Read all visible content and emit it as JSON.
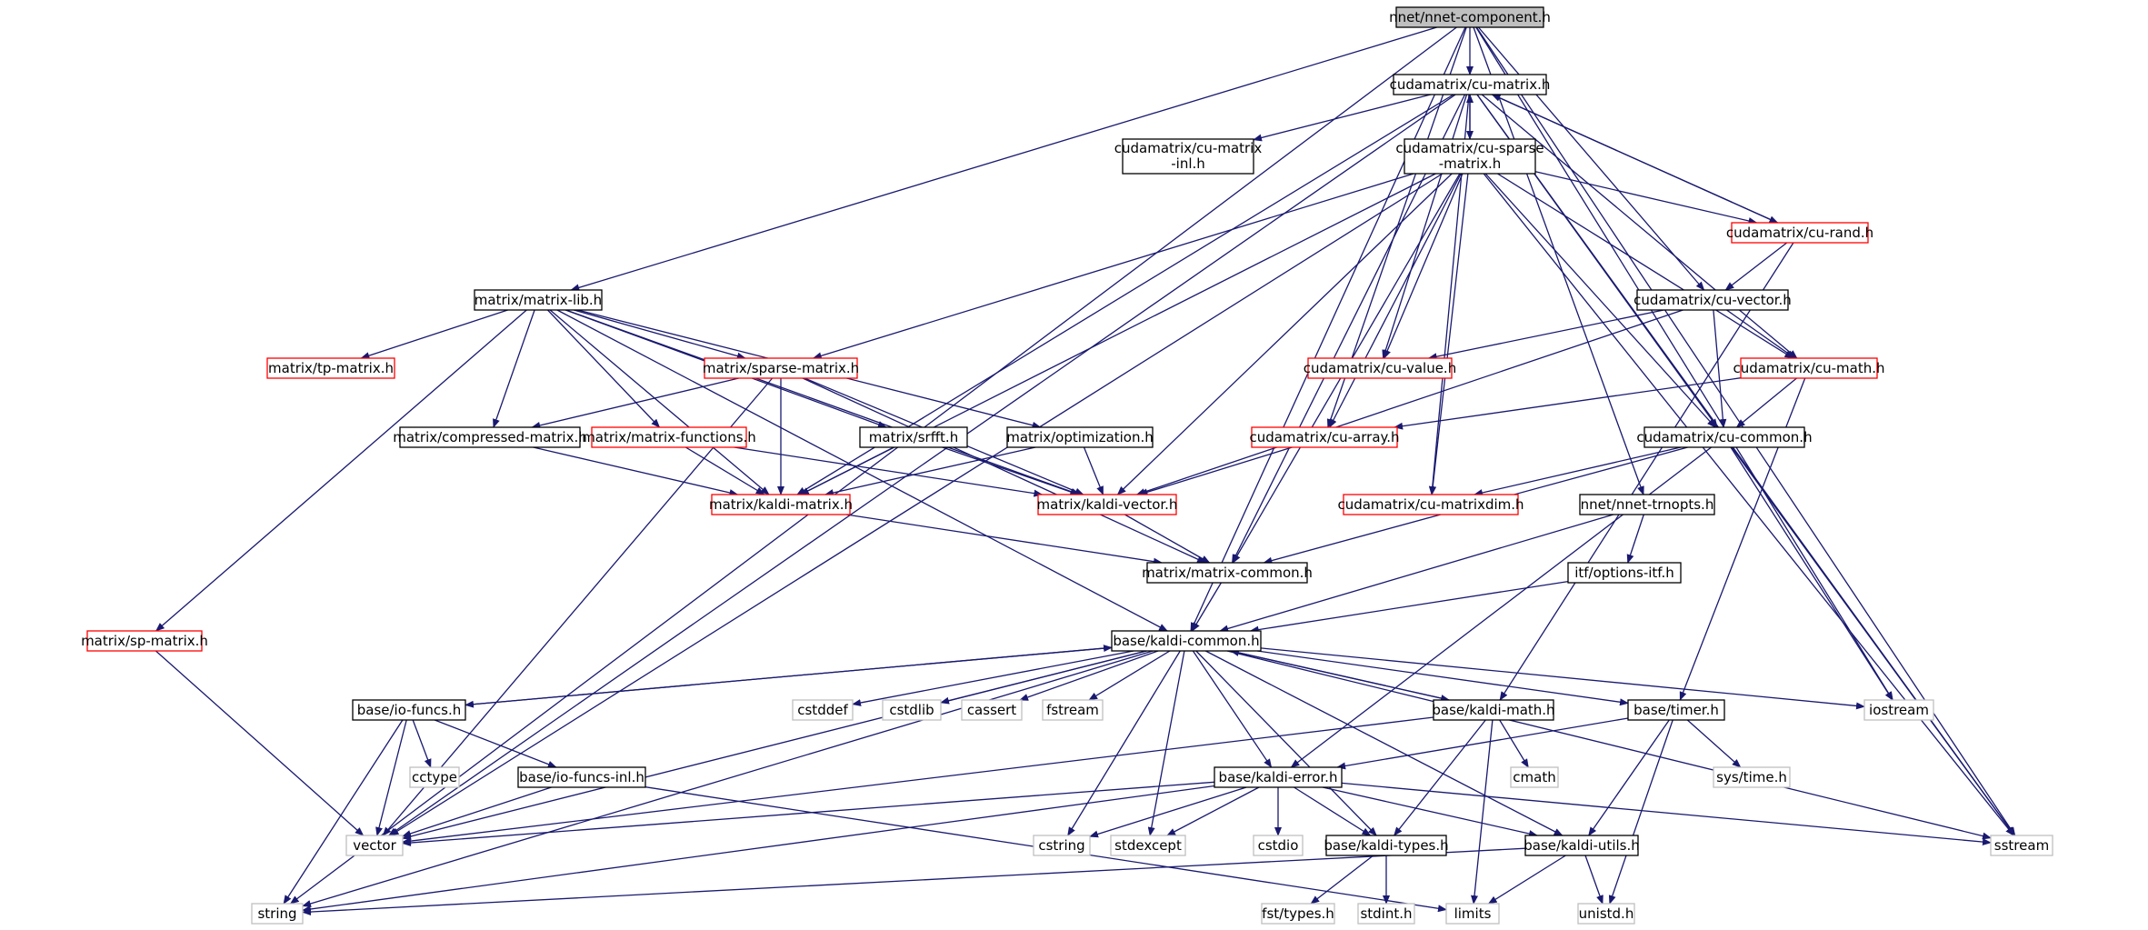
{
  "root": "nnet/nnet-component.h",
  "colors": {
    "edge": "#191970",
    "root_fill": "#bfbfbf",
    "black_border": "#000000",
    "red_border": "#ff0000",
    "gray_border": "#bfbfbf"
  },
  "nodes": [
    {
      "id": "nnet-component",
      "label": "nnet/nnet-component.h",
      "style": "root"
    },
    {
      "id": "cu-matrix",
      "label": "cudamatrix/cu-matrix.h",
      "style": "black"
    },
    {
      "id": "cu-matrix-inl",
      "label": "cudamatrix/cu-matrix\n-inl.h",
      "style": "black"
    },
    {
      "id": "cu-sparse-matrix",
      "label": "cudamatrix/cu-sparse\n-matrix.h",
      "style": "black"
    },
    {
      "id": "cu-rand",
      "label": "cudamatrix/cu-rand.h",
      "style": "red"
    },
    {
      "id": "cu-vector",
      "label": "cudamatrix/cu-vector.h",
      "style": "black"
    },
    {
      "id": "matrix-lib",
      "label": "matrix/matrix-lib.h",
      "style": "black"
    },
    {
      "id": "tp-matrix",
      "label": "matrix/tp-matrix.h",
      "style": "red"
    },
    {
      "id": "sparse-matrix",
      "label": "matrix/sparse-matrix.h",
      "style": "red"
    },
    {
      "id": "cu-value",
      "label": "cudamatrix/cu-value.h",
      "style": "red"
    },
    {
      "id": "cu-math",
      "label": "cudamatrix/cu-math.h",
      "style": "red"
    },
    {
      "id": "compressed-matrix",
      "label": "matrix/compressed-matrix.h",
      "style": "black"
    },
    {
      "id": "matrix-functions",
      "label": "matrix/matrix-functions.h",
      "style": "red"
    },
    {
      "id": "srfft",
      "label": "matrix/srfft.h",
      "style": "black"
    },
    {
      "id": "optimization",
      "label": "matrix/optimization.h",
      "style": "black"
    },
    {
      "id": "cu-array",
      "label": "cudamatrix/cu-array.h",
      "style": "red"
    },
    {
      "id": "cu-common",
      "label": "cudamatrix/cu-common.h",
      "style": "black"
    },
    {
      "id": "kaldi-matrix",
      "label": "matrix/kaldi-matrix.h",
      "style": "red"
    },
    {
      "id": "kaldi-vector",
      "label": "matrix/kaldi-vector.h",
      "style": "red"
    },
    {
      "id": "cu-matrixdim",
      "label": "cudamatrix/cu-matrixdim.h",
      "style": "red"
    },
    {
      "id": "nnet-trnopts",
      "label": "nnet/nnet-trnopts.h",
      "style": "black"
    },
    {
      "id": "matrix-common",
      "label": "matrix/matrix-common.h",
      "style": "black"
    },
    {
      "id": "options-itf",
      "label": "itf/options-itf.h",
      "style": "black"
    },
    {
      "id": "sp-matrix",
      "label": "matrix/sp-matrix.h",
      "style": "red"
    },
    {
      "id": "kaldi-common",
      "label": "base/kaldi-common.h",
      "style": "black"
    },
    {
      "id": "io-funcs",
      "label": "base/io-funcs.h",
      "style": "black"
    },
    {
      "id": "cstddef",
      "label": "cstddef",
      "style": "gray"
    },
    {
      "id": "cstdlib",
      "label": "cstdlib",
      "style": "gray"
    },
    {
      "id": "cassert",
      "label": "cassert",
      "style": "gray"
    },
    {
      "id": "fstream",
      "label": "fstream",
      "style": "gray"
    },
    {
      "id": "kaldi-math",
      "label": "base/kaldi-math.h",
      "style": "black"
    },
    {
      "id": "timer",
      "label": "base/timer.h",
      "style": "black"
    },
    {
      "id": "iostream",
      "label": "iostream",
      "style": "gray"
    },
    {
      "id": "cctype",
      "label": "cctype",
      "style": "gray"
    },
    {
      "id": "io-funcs-inl",
      "label": "base/io-funcs-inl.h",
      "style": "black"
    },
    {
      "id": "kaldi-error",
      "label": "base/kaldi-error.h",
      "style": "black"
    },
    {
      "id": "cmath",
      "label": "cmath",
      "style": "gray"
    },
    {
      "id": "sys-time",
      "label": "sys/time.h",
      "style": "gray"
    },
    {
      "id": "vector",
      "label": "vector",
      "style": "gray"
    },
    {
      "id": "cstring",
      "label": "cstring",
      "style": "gray"
    },
    {
      "id": "stdexcept",
      "label": "stdexcept",
      "style": "gray"
    },
    {
      "id": "cstdio",
      "label": "cstdio",
      "style": "gray"
    },
    {
      "id": "kaldi-types",
      "label": "base/kaldi-types.h",
      "style": "black"
    },
    {
      "id": "kaldi-utils",
      "label": "base/kaldi-utils.h",
      "style": "black"
    },
    {
      "id": "sstream",
      "label": "sstream",
      "style": "gray"
    },
    {
      "id": "string",
      "label": "string",
      "style": "gray"
    },
    {
      "id": "fst-types",
      "label": "fst/types.h",
      "style": "gray"
    },
    {
      "id": "stdint",
      "label": "stdint.h",
      "style": "gray"
    },
    {
      "id": "limits",
      "label": "limits",
      "style": "gray"
    },
    {
      "id": "unistd",
      "label": "unistd.h",
      "style": "gray"
    }
  ],
  "edges": [
    [
      "nnet-component",
      "cu-matrix"
    ],
    [
      "nnet-component",
      "matrix-lib"
    ],
    [
      "nnet-component",
      "kaldi-common"
    ],
    [
      "nnet-component",
      "cu-array"
    ],
    [
      "nnet-component",
      "cu-vector"
    ],
    [
      "nnet-component",
      "nnet-trnopts"
    ],
    [
      "nnet-component",
      "iostream"
    ],
    [
      "nnet-component",
      "sstream"
    ],
    [
      "nnet-component",
      "string"
    ],
    [
      "cu-matrix",
      "cu-matrix-inl"
    ],
    [
      "cu-matrix",
      "cu-sparse-matrix"
    ],
    [
      "cu-matrix",
      "cu-rand"
    ],
    [
      "cu-matrix",
      "cu-value"
    ],
    [
      "cu-matrix",
      "cu-math"
    ],
    [
      "cu-matrix",
      "cu-common"
    ],
    [
      "cu-matrix",
      "cu-matrixdim"
    ],
    [
      "cu-matrix",
      "matrix-common"
    ],
    [
      "cu-matrix",
      "kaldi-matrix"
    ],
    [
      "cu-matrix",
      "vector"
    ],
    [
      "cu-matrix",
      "sstream"
    ],
    [
      "cu-sparse-matrix",
      "cu-matrix"
    ],
    [
      "cu-sparse-matrix",
      "sparse-matrix"
    ],
    [
      "cu-sparse-matrix",
      "cu-value"
    ],
    [
      "cu-sparse-matrix",
      "cu-array"
    ],
    [
      "cu-sparse-matrix",
      "cu-common"
    ],
    [
      "cu-sparse-matrix",
      "cu-matrixdim"
    ],
    [
      "cu-sparse-matrix",
      "matrix-common"
    ],
    [
      "cu-sparse-matrix",
      "kaldi-vector"
    ],
    [
      "cu-sparse-matrix",
      "cu-rand"
    ],
    [
      "cu-sparse-matrix",
      "cu-math"
    ],
    [
      "cu-sparse-matrix",
      "vector"
    ],
    [
      "cu-sparse-matrix",
      "kaldi-matrix"
    ],
    [
      "cu-sparse-matrix",
      "sstream"
    ],
    [
      "cu-rand",
      "cu-matrix"
    ],
    [
      "cu-rand",
      "cu-vector"
    ],
    [
      "cu-rand",
      "kaldi-math"
    ],
    [
      "cu-vector",
      "cu-value"
    ],
    [
      "cu-vector",
      "cu-math"
    ],
    [
      "cu-vector",
      "cu-common"
    ],
    [
      "cu-vector",
      "kaldi-vector"
    ],
    [
      "matrix-lib",
      "tp-matrix"
    ],
    [
      "matrix-lib",
      "sparse-matrix"
    ],
    [
      "matrix-lib",
      "compressed-matrix"
    ],
    [
      "matrix-lib",
      "matrix-functions"
    ],
    [
      "matrix-lib",
      "srfft"
    ],
    [
      "matrix-lib",
      "optimization"
    ],
    [
      "matrix-lib",
      "kaldi-matrix"
    ],
    [
      "matrix-lib",
      "kaldi-vector"
    ],
    [
      "matrix-lib",
      "sp-matrix"
    ],
    [
      "matrix-lib",
      "kaldi-common"
    ],
    [
      "sparse-matrix",
      "compressed-matrix"
    ],
    [
      "sparse-matrix",
      "kaldi-matrix"
    ],
    [
      "sparse-matrix",
      "kaldi-vector"
    ],
    [
      "sparse-matrix",
      "matrix-common"
    ],
    [
      "sparse-matrix",
      "vector"
    ],
    [
      "cu-math",
      "cu-array"
    ],
    [
      "cu-math",
      "cu-common"
    ],
    [
      "cu-math",
      "timer"
    ],
    [
      "compressed-matrix",
      "kaldi-matrix"
    ],
    [
      "matrix-functions",
      "kaldi-matrix"
    ],
    [
      "matrix-functions",
      "kaldi-vector"
    ],
    [
      "srfft",
      "kaldi-matrix"
    ],
    [
      "srfft",
      "kaldi-vector"
    ],
    [
      "optimization",
      "kaldi-matrix"
    ],
    [
      "optimization",
      "kaldi-vector"
    ],
    [
      "cu-array",
      "kaldi-vector"
    ],
    [
      "cu-common",
      "cu-matrixdim"
    ],
    [
      "cu-common",
      "matrix-common"
    ],
    [
      "cu-common",
      "kaldi-error"
    ],
    [
      "cu-common",
      "iostream"
    ],
    [
      "cu-common",
      "sstream"
    ],
    [
      "kaldi-matrix",
      "matrix-common"
    ],
    [
      "kaldi-vector",
      "matrix-common"
    ],
    [
      "nnet-trnopts",
      "options-itf"
    ],
    [
      "nnet-trnopts",
      "kaldi-common"
    ],
    [
      "matrix-common",
      "kaldi-common"
    ],
    [
      "options-itf",
      "kaldi-common"
    ],
    [
      "sp-matrix",
      "vector"
    ],
    [
      "kaldi-common",
      "io-funcs"
    ],
    [
      "kaldi-common",
      "cstddef"
    ],
    [
      "kaldi-common",
      "cstdlib"
    ],
    [
      "kaldi-common",
      "cassert"
    ],
    [
      "kaldi-common",
      "fstream"
    ],
    [
      "kaldi-common",
      "kaldi-math"
    ],
    [
      "kaldi-common",
      "timer"
    ],
    [
      "kaldi-common",
      "iostream"
    ],
    [
      "kaldi-common",
      "kaldi-error"
    ],
    [
      "kaldi-common",
      "kaldi-types"
    ],
    [
      "kaldi-common",
      "kaldi-utils"
    ],
    [
      "kaldi-common",
      "cstring"
    ],
    [
      "kaldi-common",
      "stdexcept"
    ],
    [
      "kaldi-common",
      "sstream"
    ],
    [
      "kaldi-common",
      "vector"
    ],
    [
      "kaldi-common",
      "string"
    ],
    [
      "io-funcs",
      "kaldi-common"
    ],
    [
      "io-funcs",
      "cctype"
    ],
    [
      "io-funcs",
      "io-funcs-inl"
    ],
    [
      "io-funcs",
      "vector"
    ],
    [
      "io-funcs",
      "string"
    ],
    [
      "io-funcs-inl",
      "vector"
    ],
    [
      "io-funcs-inl",
      "limits"
    ],
    [
      "kaldi-math",
      "kaldi-common"
    ],
    [
      "kaldi-math",
      "cmath"
    ],
    [
      "kaldi-math",
      "kaldi-types"
    ],
    [
      "kaldi-math",
      "limits"
    ],
    [
      "kaldi-math",
      "vector"
    ],
    [
      "timer",
      "sys-time"
    ],
    [
      "timer",
      "kaldi-error"
    ],
    [
      "timer",
      "kaldi-utils"
    ],
    [
      "timer",
      "unistd"
    ],
    [
      "kaldi-error",
      "vector"
    ],
    [
      "kaldi-error",
      "cstring"
    ],
    [
      "kaldi-error",
      "stdexcept"
    ],
    [
      "kaldi-error",
      "cstdio"
    ],
    [
      "kaldi-error",
      "kaldi-types"
    ],
    [
      "kaldi-error",
      "kaldi-utils"
    ],
    [
      "kaldi-error",
      "sstream"
    ],
    [
      "kaldi-error",
      "string"
    ],
    [
      "kaldi-types",
      "fst-types"
    ],
    [
      "kaldi-types",
      "stdint"
    ],
    [
      "kaldi-utils",
      "string"
    ],
    [
      "kaldi-utils",
      "limits"
    ],
    [
      "kaldi-utils",
      "unistd"
    ]
  ]
}
